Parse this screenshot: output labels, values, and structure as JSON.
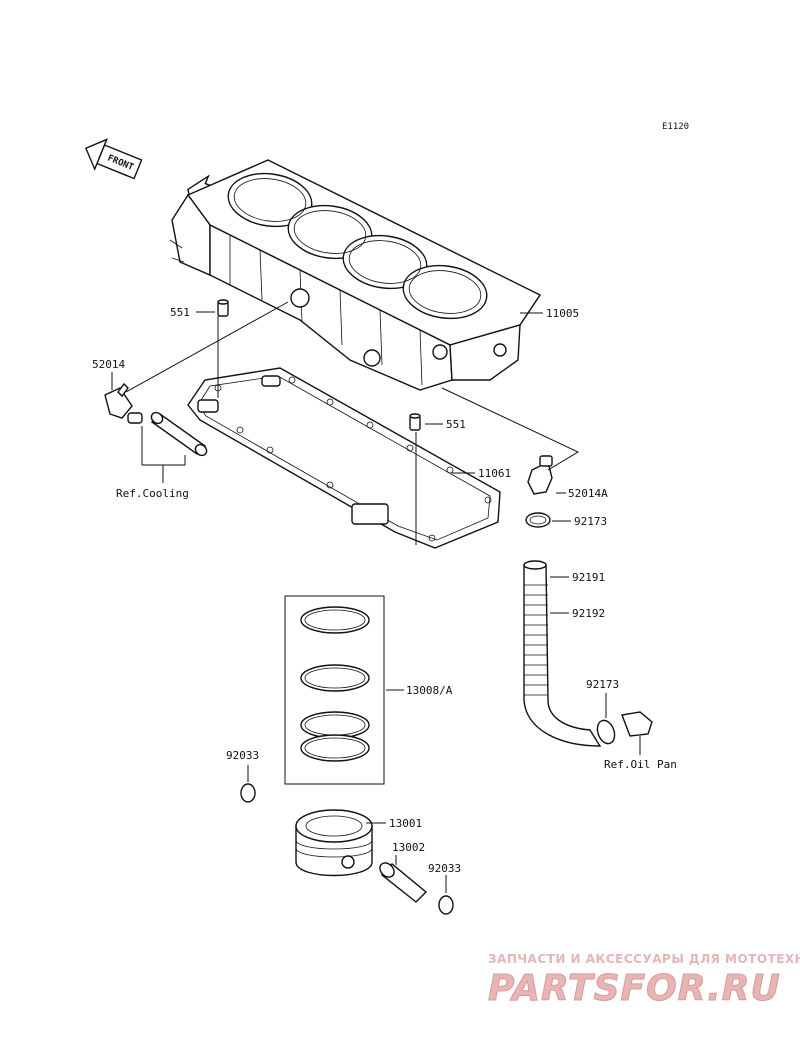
{
  "diagram": {
    "code": "E1120",
    "front_label": "FRONT",
    "part_labels": {
      "p11005": "11005",
      "p551_top": "551",
      "p551_mid": "551",
      "p52014": "52014",
      "p11061": "11061",
      "p52014a": "52014A",
      "p92173_top": "92173",
      "p92191": "92191",
      "p92192": "92192",
      "p92173_bottom": "92173",
      "p13008a": "13008/A",
      "p92033_left": "92033",
      "p13001": "13001",
      "p13002": "13002",
      "p92033_right": "92033"
    },
    "references": {
      "cooling": "Ref.Cooling",
      "oil_pan": "Ref.Oil Pan"
    }
  },
  "watermark": {
    "tagline": "ЗАПЧАСТИ И АКСЕССУАРЫ ДЛЯ МОТОТЕХНИКИ",
    "logo": "PARTSFOR.RU",
    "color": "#e8b4b4"
  }
}
